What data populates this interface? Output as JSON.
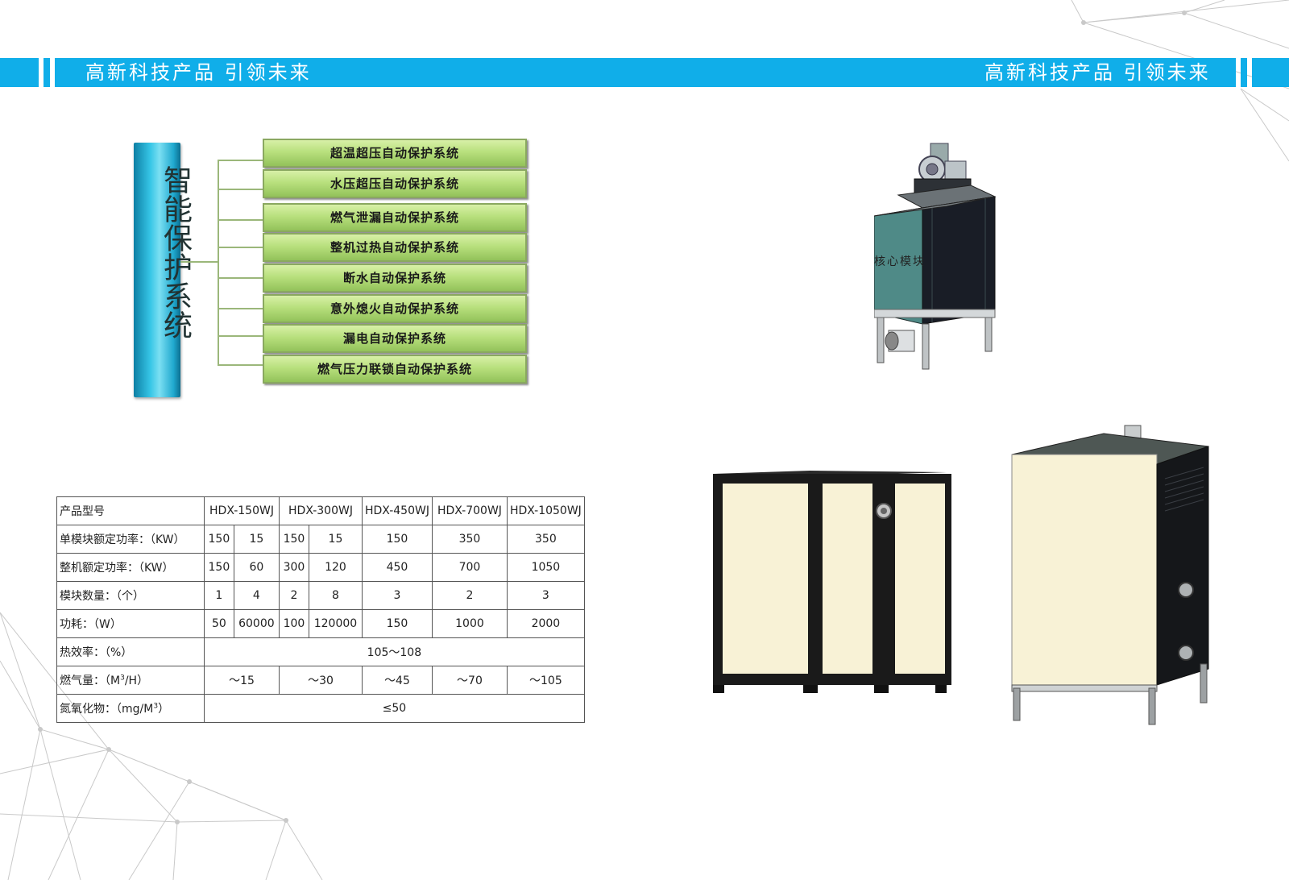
{
  "header": {
    "slogan_left": "高新科技产品 引领未来",
    "slogan_right": "高新科技产品 引领未来"
  },
  "protection": {
    "title": "智能保护系统",
    "items": [
      "超温超压自动保护系统",
      "水压超压自动保护系统",
      "燃气泄漏自动保护系统",
      "整机过热自动保护系统",
      "断水自动保护系统",
      "意外熄火自动保护系统",
      "漏电自动保护系统",
      "燃气压力联锁自动保护系统"
    ]
  },
  "module": {
    "label": "核心模块"
  },
  "table": {
    "header": [
      "产品型号",
      "HDX-150WJ",
      "HDX-300WJ",
      "HDX-450WJ",
      "HDX-700WJ",
      "HDX-1050WJ"
    ],
    "rows": {
      "single_power": {
        "label": "单模块额定功率：（KW）",
        "cells": [
          "150",
          "15",
          "150",
          "15",
          "150",
          "350",
          "350"
        ]
      },
      "total_power": {
        "label": "整机额定功率：（KW）",
        "cells": [
          "150",
          "60",
          "300",
          "120",
          "450",
          "700",
          "1050"
        ]
      },
      "module_count": {
        "label": "模块数量：（个）",
        "cells": [
          "1",
          "4",
          "2",
          "8",
          "3",
          "2",
          "3"
        ]
      },
      "consumption": {
        "label": "功耗：（W）",
        "cells": [
          "50",
          "60000",
          "100",
          "120000",
          "150",
          "1000",
          "2000"
        ]
      },
      "efficiency": {
        "label": "热效率：（%）",
        "value": "105～108"
      },
      "gas": {
        "label_pre": "燃气量：（M",
        "label_sup": "3",
        "label_post": "/H）",
        "cells": [
          "～15",
          "～30",
          "～45",
          "～70",
          "～105"
        ]
      },
      "nox": {
        "label_pre": "氮氧化物：（mg/M",
        "label_sup": "3",
        "label_post": "）",
        "value": "≤50"
      }
    }
  },
  "colors": {
    "band": "#10aee9",
    "feature_green": "#b8e07d",
    "title_blue": "#35c5e6",
    "cabinet_panel": "#f8f2d6"
  }
}
